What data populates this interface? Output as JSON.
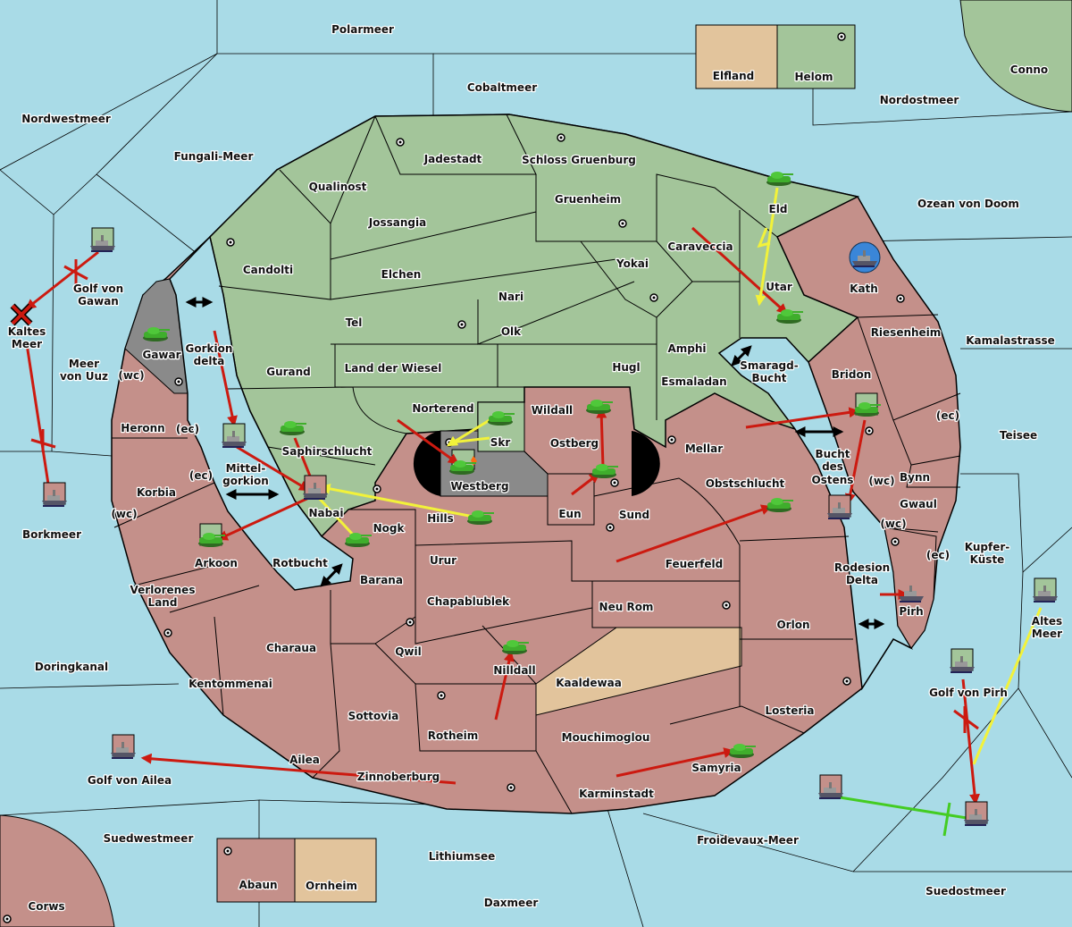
{
  "colors": {
    "sea": "#a9dbe7",
    "green_power": "#a3c59a",
    "pink_power": "#c4908a",
    "neutral_gray": "#8a8a8a",
    "tan": "#e2c49c",
    "order_move": "#cc1a10",
    "order_support": "#f2f23a",
    "order_convoy": "#44cc22"
  },
  "labels": [
    "Polarmeer",
    "Cobaltmeer",
    "Elfland",
    "Helom",
    "Conno",
    "Nordostmeer",
    "Nordwestmeer",
    "Fungali-Meer",
    "Jadestadt",
    "Schloss Gruenburg",
    "Qualinost",
    "Gruenheim",
    "Ozean von Doom",
    "Eld",
    "Jossangia",
    "Caraveccia",
    "Yokai",
    "Candolti",
    "Elchen",
    "Golf von",
    "Gawan",
    "Utar",
    "Kath",
    "Nari",
    "Kaltes",
    "Meer",
    "Tel",
    "Olk",
    "Riesenheim",
    "Kamalastrasse",
    "Gorkion",
    "delta",
    "Amphi",
    "Gawar",
    "Meer",
    "von Uuz",
    "(wc)",
    "Smaragd-",
    "Bucht",
    "Land der Wiesel",
    "Hugl",
    "Gurand",
    "Bridon",
    "Esmaladan",
    "Norterend",
    "Wildall",
    "Heronn",
    "(ec)",
    "(ec)",
    "Teisee",
    "Skr",
    "Ostberg",
    "Mellar",
    "Saphirschlucht",
    "Bucht",
    "des",
    "Ostens",
    "Mittel-",
    "gorkion",
    "(ec)",
    "Bynn",
    "(wc)",
    "Obstschlucht",
    "Westberg",
    "Korbia",
    "Nabai",
    "Eun",
    "Sund",
    "(wc)",
    "Gwaul",
    "Hills",
    "(wc)",
    "Nogk",
    "Borkmeer",
    "Kupfer-",
    "Küste",
    "(ec)",
    "Urur",
    "Arkoon",
    "Rotbucht",
    "Feuerfeld",
    "Rodesion",
    "Delta",
    "Barana",
    "Verlorenes",
    "Land",
    "Chapablublek",
    "Neu Rom",
    "Pirh",
    "Altes",
    "Meer",
    "Orlon",
    "Charaua",
    "Qwil",
    "Doringkanal",
    "Nilldall",
    "Kaaldewaa",
    "Kentommenai",
    "Golf von Pirh",
    "Losteria",
    "Sottovia",
    "Rotheim",
    "Mouchimoglou",
    "Ailea",
    "Samyria",
    "Zinnoberburg",
    "Golf von Ailea",
    "Karminstadt",
    "Suedwestmeer",
    "Froidevaux-Meer",
    "Lithiumsee",
    "Abaun",
    "Ornheim",
    "Suedostmeer",
    "Daxmeer",
    "Corws"
  ],
  "units": [
    {
      "type": "army",
      "region": "Eld"
    },
    {
      "type": "army",
      "region": "Utar"
    },
    {
      "type": "army",
      "region": "Gawar"
    },
    {
      "type": "army",
      "region": "Saphirschlucht"
    },
    {
      "type": "army",
      "region": "Skr"
    },
    {
      "type": "army",
      "region": "Westberg"
    },
    {
      "type": "army",
      "region": "Ostberg"
    },
    {
      "type": "army",
      "region": "Wildall"
    },
    {
      "type": "army",
      "region": "Hills"
    },
    {
      "type": "army",
      "region": "Nogk"
    },
    {
      "type": "army",
      "region": "Arkoon"
    },
    {
      "type": "army",
      "region": "Obstschlucht"
    },
    {
      "type": "army",
      "region": "Nilldall"
    },
    {
      "type": "army",
      "region": "Samyria"
    },
    {
      "type": "army",
      "region": "Bridon"
    },
    {
      "type": "fleet",
      "region": "Golf von Gawan"
    },
    {
      "type": "fleet",
      "region": "Mittel-gorkion"
    },
    {
      "type": "fleet",
      "region": "Borkmeer"
    },
    {
      "type": "fleet",
      "region": "Nabai"
    },
    {
      "type": "fleet",
      "region": "Bucht des Ostens"
    },
    {
      "type": "fleet",
      "region": "Pirh"
    },
    {
      "type": "fleet",
      "region": "Kath"
    },
    {
      "type": "fleet",
      "region": "Altes Meer"
    },
    {
      "type": "fleet",
      "region": "Golf von Pirh"
    },
    {
      "type": "fleet",
      "region": "Golf von Ailea"
    },
    {
      "type": "fleet",
      "region": "Froidevaux-Meer"
    },
    {
      "type": "fleet",
      "region": "Suedostmeer"
    }
  ]
}
